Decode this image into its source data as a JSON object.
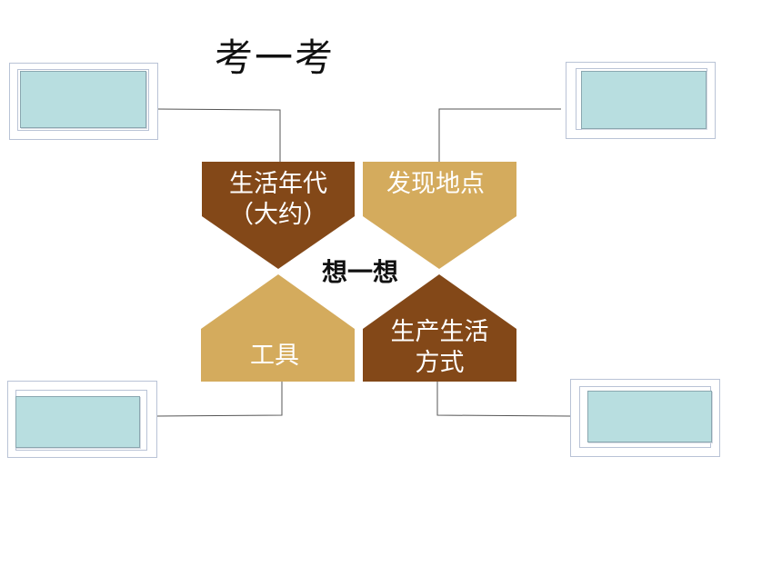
{
  "title": "考一考",
  "center_label": "想一想",
  "colors": {
    "brown": "#834818",
    "tan": "#d4ab5d",
    "box_fill": "#b8dee0",
    "line": "#555555"
  },
  "shapes": {
    "top_left": {
      "line1": "生活年代",
      "line2": "（大约）"
    },
    "top_right": {
      "label": "发现地点"
    },
    "bottom_left": {
      "label": "工具"
    },
    "bottom_right": {
      "line1": "生产生活",
      "line2": "方式"
    }
  },
  "boxes": {
    "top_left": {
      "text": ""
    },
    "top_right": {
      "text": ""
    },
    "bottom_left": {
      "text": ""
    },
    "bottom_right": {
      "text": ""
    }
  }
}
